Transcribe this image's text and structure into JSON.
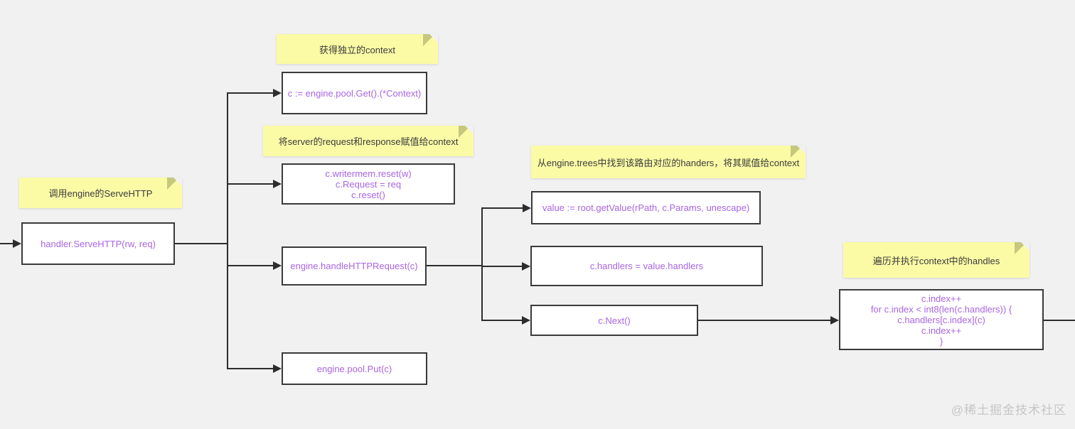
{
  "colors": {
    "background": "#f1f1f1",
    "note_yellow": "#fbfba6",
    "note_fold": "#c6c87c",
    "code_purple": "#a965e3",
    "connector": "#2d2d2d",
    "box_border": "#3a3a3a"
  },
  "notes": [
    {
      "id": "get-context",
      "text": "获得独立的context"
    },
    {
      "id": "assign-request-response",
      "text": "将server的request和response赋值给context"
    },
    {
      "id": "call-servehttp",
      "text": "调用engine的ServeHTTP"
    },
    {
      "id": "find-handlers",
      "text": "从engine.trees中找到该路由对应的handers，将其赋值给context"
    },
    {
      "id": "execute-handles",
      "text": "遍历并执行context中的handles"
    }
  ],
  "nodes": [
    {
      "id": "pool-get",
      "lines": [
        "c := engine.pool.Get().(*Context)"
      ]
    },
    {
      "id": "reset-context",
      "lines": [
        "c.writermem.reset(w)",
        "c.Request = req",
        "c.reset()"
      ]
    },
    {
      "id": "handler-servehttp",
      "lines": [
        "handler.ServeHTTP(rw, req)"
      ]
    },
    {
      "id": "handle-http-request",
      "lines": [
        "engine.handleHTTPRequest(c)"
      ]
    },
    {
      "id": "get-value",
      "lines": [
        "value := root.getValue(rPath, c.Params, unescape)"
      ]
    },
    {
      "id": "assign-handlers",
      "lines": [
        "c.handlers = value.handlers"
      ]
    },
    {
      "id": "next",
      "lines": [
        "c.Next()"
      ]
    },
    {
      "id": "handler-loop",
      "lines": [
        "c.index++",
        "for c.index < int8(len(c.handlers)) {",
        "c.handlers[c.index](c)",
        "c.index++",
        "}"
      ]
    },
    {
      "id": "pool-put",
      "lines": [
        "engine.pool.Put(c)"
      ]
    }
  ],
  "watermark": {
    "text": "@稀土掘金技术社区"
  }
}
